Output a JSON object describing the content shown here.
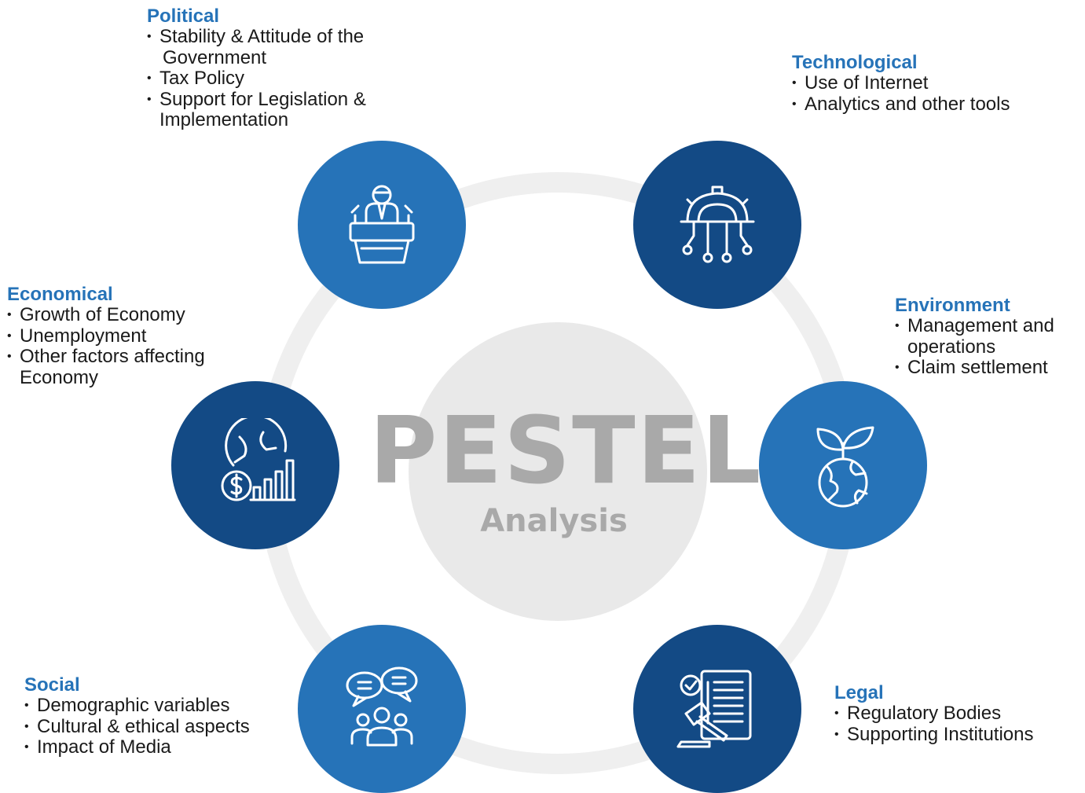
{
  "center": {
    "title": "PESTEL",
    "subtitle": "Analysis"
  },
  "colors": {
    "light_blue": "#2673b8",
    "dark_blue": "#134a85",
    "ring": "#efefef",
    "hub": "#e9e9e9",
    "title_gray": "#a9a9a9"
  },
  "factors": {
    "political": {
      "title": "Political",
      "items": [
        "Stability & Attitude of the",
        "Government",
        "Tax Policy",
        "Support for Legislation &",
        "Implementation"
      ],
      "icon": "podium-speaker-icon"
    },
    "technological": {
      "title": "Technological",
      "items": [
        "Use of Internet",
        "Analytics and other tools"
      ],
      "icon": "gear-circuit-icon"
    },
    "economical": {
      "title": "Economical",
      "items": [
        "Growth of Economy",
        "Unemployment",
        "Other factors affecting",
        "Economy"
      ],
      "icon": "globe-dollar-chart-icon"
    },
    "environment": {
      "title": "Environment",
      "items": [
        "Management and",
        "operations",
        "Claim settlement"
      ],
      "icon": "globe-leaves-icon"
    },
    "social": {
      "title": "Social",
      "items": [
        "Demographic variables",
        "Cultural & ethical aspects",
        "Impact of Media"
      ],
      "icon": "chat-people-icon"
    },
    "legal": {
      "title": "Legal",
      "items": [
        "Regulatory Bodies",
        "Supporting Institutions"
      ],
      "icon": "document-gavel-icon"
    }
  }
}
